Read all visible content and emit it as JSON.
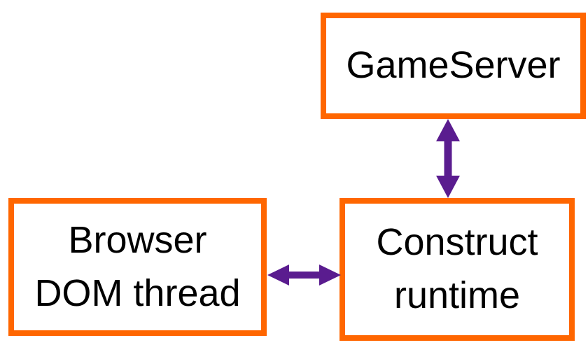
{
  "diagram": {
    "title": "",
    "boxes": [
      {
        "id": "gameserver",
        "label": "GameServer",
        "line1": "GameServer",
        "line2": ""
      },
      {
        "id": "browser-dom-thread",
        "label": "Browser DOM thread",
        "line1": "Browser",
        "line2": "DOM thread"
      },
      {
        "id": "construct-runtime",
        "label": "Construct runtime",
        "line1": "Construct",
        "line2": "runtime"
      }
    ],
    "connections": [
      {
        "from": "gameserver",
        "to": "construct-runtime",
        "type": "double-headed-arrow",
        "orientation": "vertical"
      },
      {
        "from": "browser-dom-thread",
        "to": "construct-runtime",
        "type": "double-headed-arrow",
        "orientation": "horizontal"
      }
    ],
    "colors": {
      "box_border": "#FF6600",
      "box_fill": "#FFFFFF",
      "arrow": "#5A1C8F",
      "text": "#000000",
      "background": "#FFFFFF"
    }
  }
}
